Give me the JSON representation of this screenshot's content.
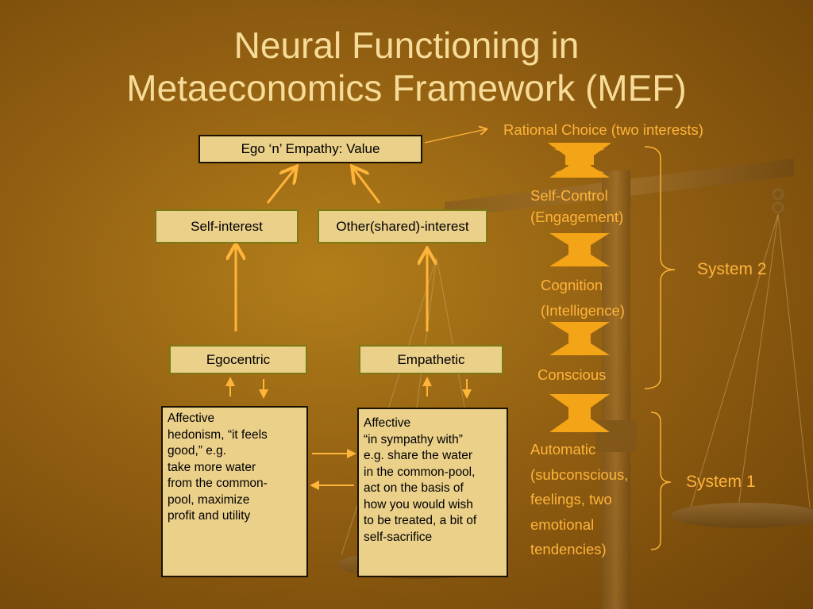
{
  "title": {
    "line1": "Neural Functioning in",
    "line2": "Metaeconomics Framework (MEF)"
  },
  "boxes": {
    "value": "Ego ‘n’  Empathy: Value",
    "self_interest": "Self-interest",
    "other_interest": "Other(shared)-interest",
    "egocentric": "Egocentric",
    "empathetic": "Empathetic"
  },
  "affective_left": {
    "lines": [
      "Affective",
      "hedonism, “it feels",
      "good,” e.g.",
      "take  more water",
      "from the common-",
      "pool, maximize",
      "profit and utility"
    ]
  },
  "affective_right": {
    "lines": [
      "Affective",
      "“in sympathy with”",
      "e.g. share the water",
      "in the common-pool,",
      "act on the basis of",
      "how you  would wish",
      "to be treated, a bit of",
      "self-sacrifice"
    ]
  },
  "right_column": {
    "rational_choice": "Rational Choice (two interests)",
    "self_control_1": "Self-Control",
    "self_control_2": "(Engagement)",
    "cognition_1": "Cognition",
    "cognition_2": "(Intelligence)",
    "conscious": "Conscious",
    "automatic_lines": [
      "Automatic",
      "(subconscious,",
      "feelings, two",
      "emotional",
      "tendencies)"
    ],
    "system2": "System 2",
    "system1": "System 1"
  },
  "colors": {
    "accent_orange": "#ffb43a",
    "title": "#f6dc98",
    "box_fill": "#ebd08a",
    "double_arrow": "#f3a417"
  }
}
